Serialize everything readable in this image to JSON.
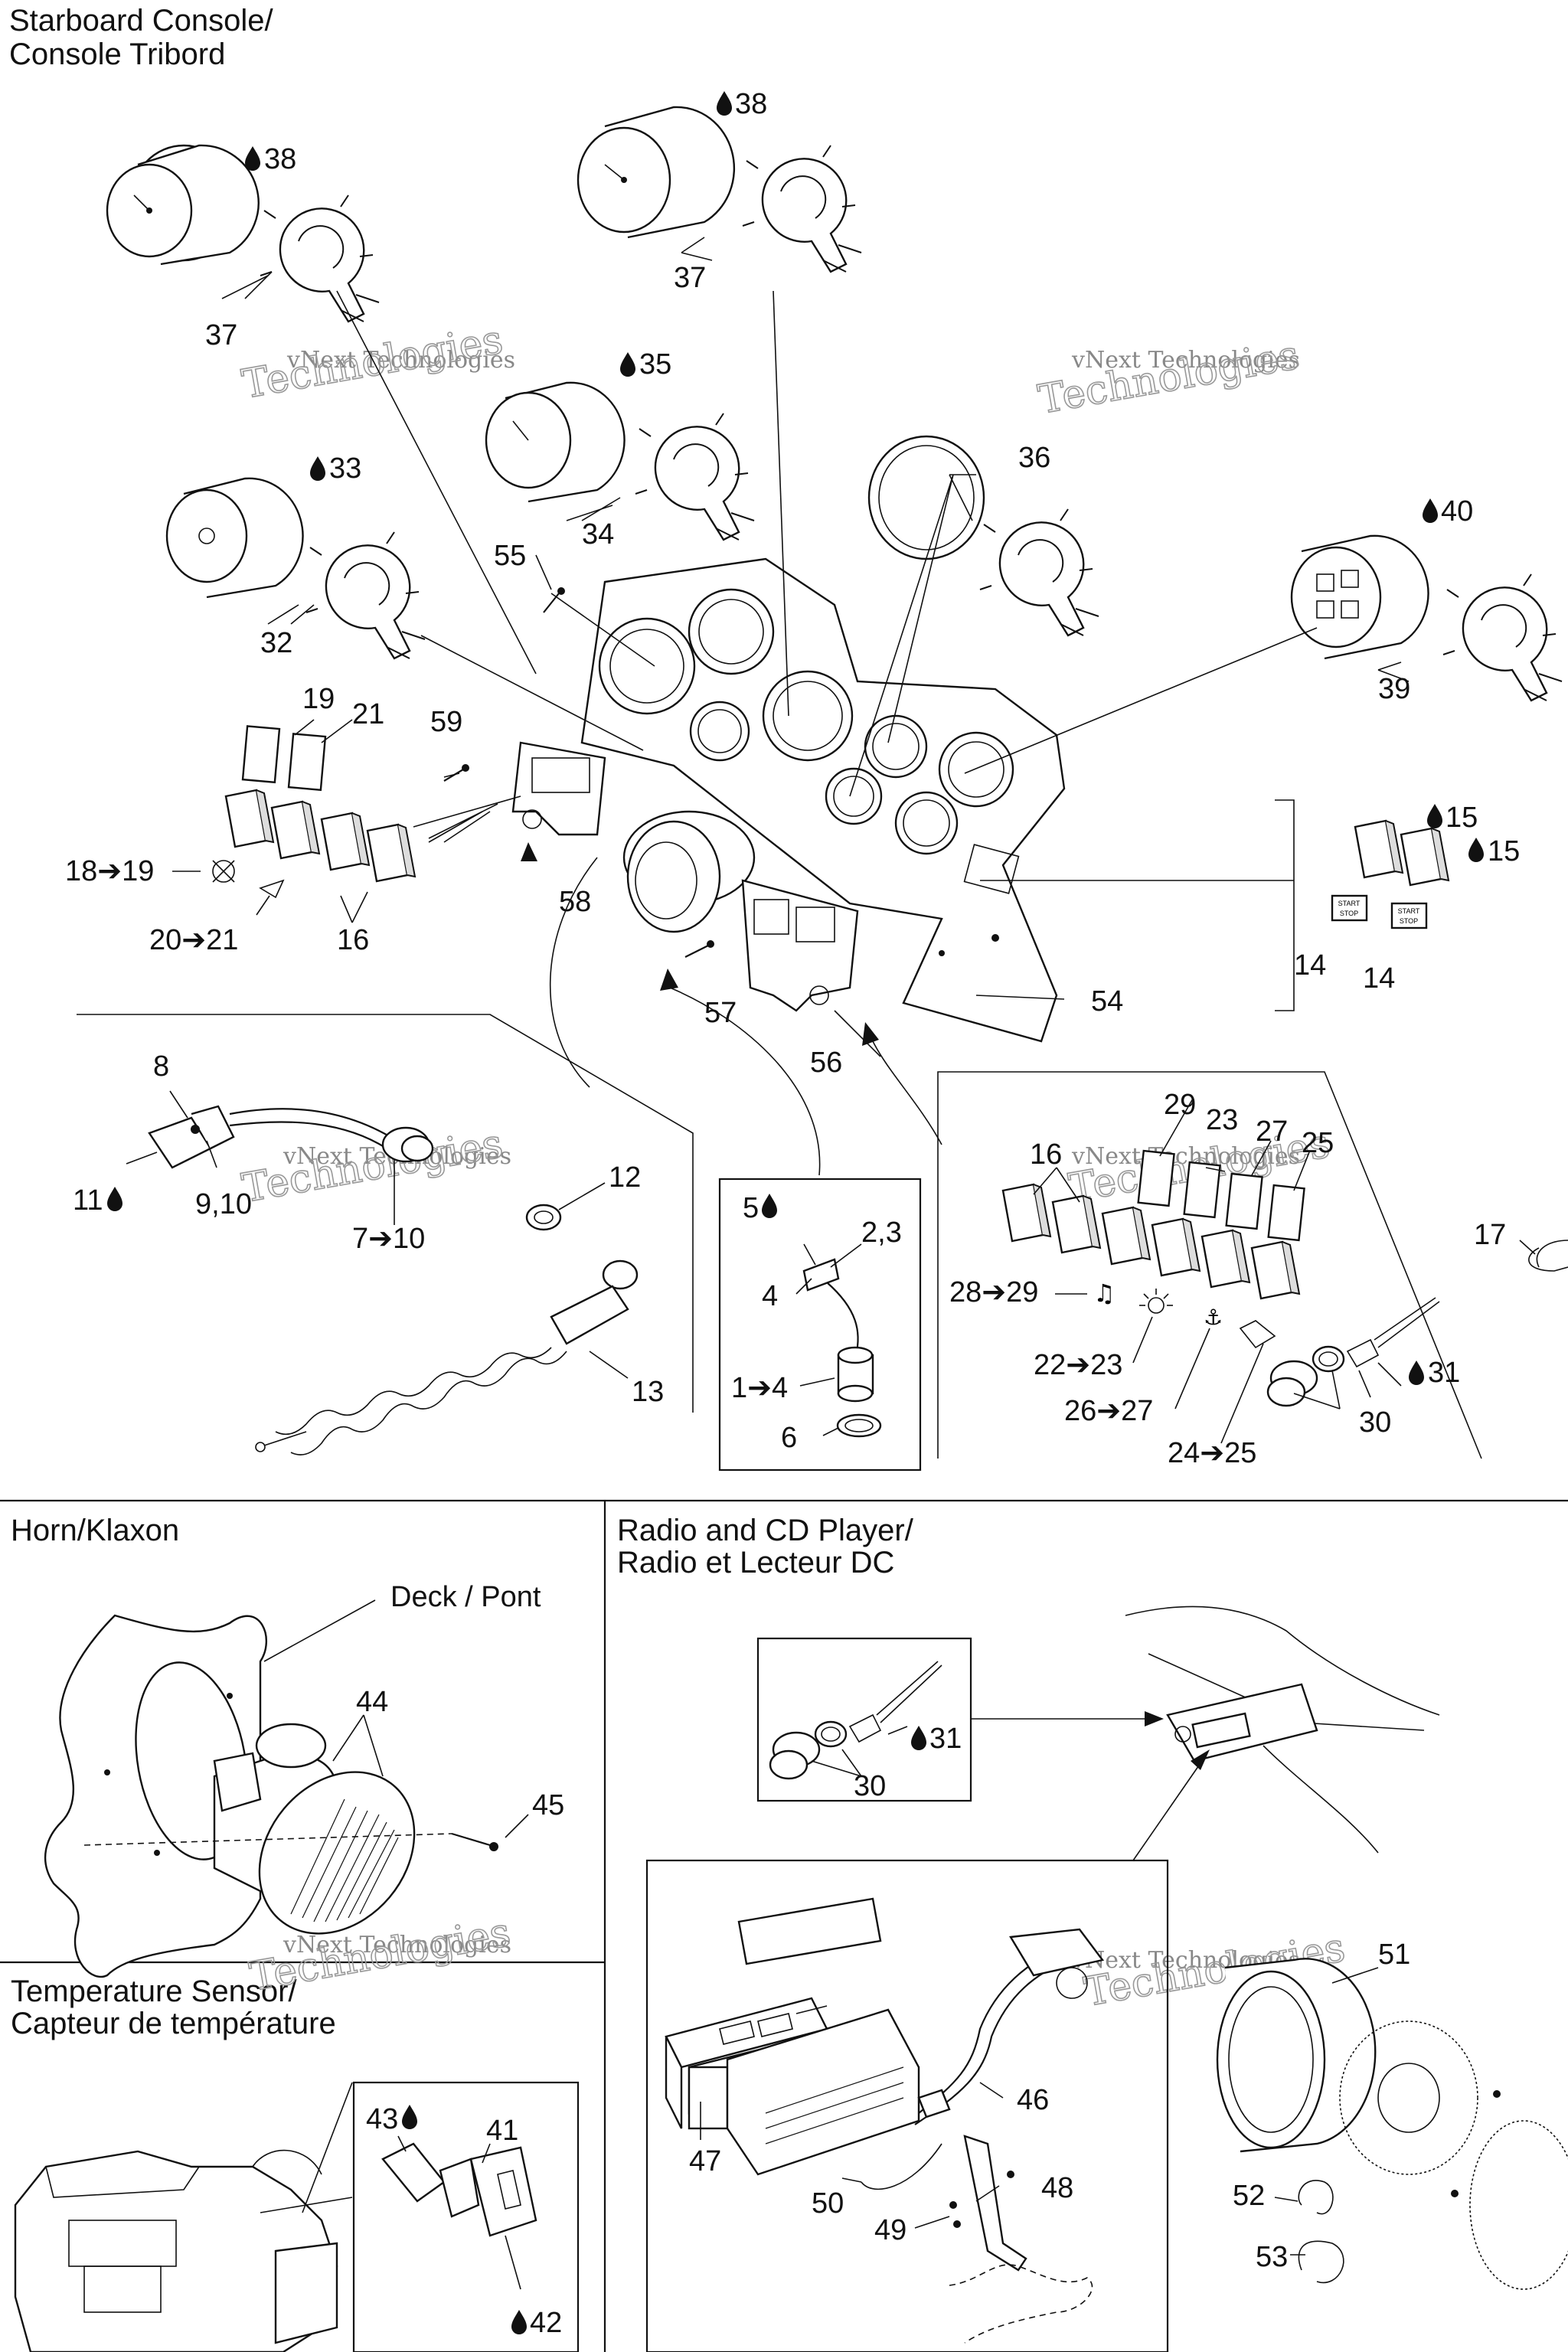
{
  "sections": {
    "starboard_console": {
      "title_line1": "Starboard Console/",
      "title_line2": "Console Tribord"
    },
    "horn": {
      "title": "Horn/Klaxon",
      "deck_label": "Deck / Pont"
    },
    "radio": {
      "title_line1": "Radio and CD Player/",
      "title_line2": "Radio et Lecteur DC"
    },
    "temperature": {
      "title_line1": "Temperature Sensor/",
      "title_line2": "Capteur de température"
    }
  },
  "watermark": {
    "line1": "vNext Technologies",
    "big1": "vNext",
    "big2": "Technologies"
  },
  "icons": {
    "drop": "drop-icon",
    "arrow": "arrow-right-icon"
  },
  "callouts": {
    "c38a": "38",
    "c38b": "38",
    "c37a": "37",
    "c37b": "37",
    "c35": "35",
    "c34": "34",
    "c33": "33",
    "c32": "32",
    "c36": "36",
    "c40": "40",
    "c39": "39",
    "c55": "55",
    "c19": "19",
    "c21": "21",
    "c59": "59",
    "c18_19": "18➔19",
    "c20_21": "20➔21",
    "c16a": "16",
    "c58": "58",
    "c57": "57",
    "c56": "56",
    "c54": "54",
    "c15a": "15",
    "c15b": "15",
    "c14a": "14",
    "c14b": "14",
    "c8": "8",
    "c11": "11",
    "c9_10": "9,10",
    "c7_10": "7➔10",
    "c12": "12",
    "c13": "13",
    "c5": "5",
    "c2_3": "2,3",
    "c4": "4",
    "c1_4": "1➔4",
    "c6": "6",
    "c29": "29",
    "c23": "23",
    "c27": "27",
    "c25": "25",
    "c16b": "16",
    "c17": "17",
    "c28_29": "28➔29",
    "c22_23": "22➔23",
    "c26_27": "26➔27",
    "c24_25": "24➔25",
    "c31a": "31",
    "c30a": "30",
    "c44": "44",
    "c45": "45",
    "c31b": "31",
    "c30b": "30",
    "c51": "51",
    "c46": "46",
    "c47": "47",
    "c48": "48",
    "c49": "49",
    "c50": "50",
    "c52": "52",
    "c53": "53",
    "c43": "43",
    "c41": "41",
    "c42": "42"
  },
  "switch_labels": {
    "start": "START",
    "stop": "STOP"
  }
}
